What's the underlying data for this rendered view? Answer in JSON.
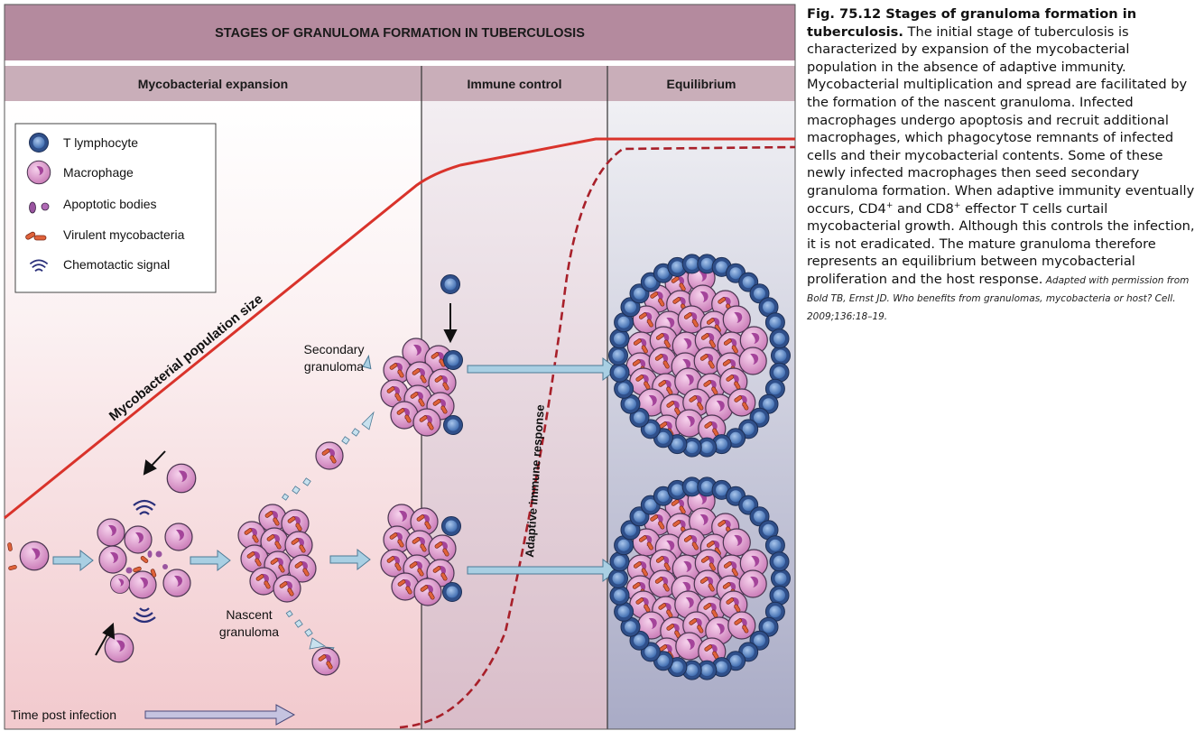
{
  "figure": {
    "title": "STAGES OF GRANULOMA FORMATION IN TUBERCULOSIS",
    "stages": [
      "Mycobacterial expansion",
      "Immune control",
      "Equilibrium"
    ],
    "legend": [
      {
        "icon": "t-lymphocyte-icon",
        "label": "T lymphocyte"
      },
      {
        "icon": "macrophage-icon",
        "label": "Macrophage"
      },
      {
        "icon": "apoptotic-bodies-icon",
        "label": "Apoptotic bodies"
      },
      {
        "icon": "virulent-mycobacteria-icon",
        "label": "Virulent mycobacteria"
      },
      {
        "icon": "chemotactic-signal-icon",
        "label": "Chemotactic signal"
      }
    ],
    "curve_labels": {
      "population": "Mycobacterial population size",
      "immune": "Adaptive immune response"
    },
    "labels": {
      "secondary_1": "Secondary",
      "secondary_2": "granuloma",
      "nascent_1": "Nascent",
      "nascent_2": "granuloma",
      "time": "Time post infection"
    },
    "colors": {
      "title_bar": "#b48a9e",
      "header_bar": "#c9aeb9",
      "population_curve": "#d9332b",
      "immune_curve": "#a8202a",
      "macrophage": "#d58cc4",
      "t_cell": "#4a7ab8",
      "mycobacteria": "#e0623a",
      "arrow": "#a9cfe3"
    }
  },
  "caption": {
    "lead": "Fig. 75.12 Stages of granuloma formation in tuberculosis.",
    "p1": " The initial stage of tuberculosis is characterized by expansion of the mycobacterial population in the absence of adaptive immunity. Mycobacterial multiplication and spread are facilitated by the formation of the nascent granuloma. Infected macrophages undergo apoptosis and recruit additional macrophages, which phagocytose remnants of infected cells and their mycobacterial contents. Some of these newly infected macrophages then seed secondary granuloma formation. When adaptive immunity eventually occurs, CD4",
    "sup1": "+",
    "p2": " and CD8",
    "sup2": "+",
    "p3": " effector T cells curtail mycobacterial growth. Although this controls the infection, it is not eradicated. The mature granuloma therefore represents an equilibrium between mycobacterial proliferation and the host response.",
    "credit": " Adapted with permission from Bold TB, Ernst JD. Who benefits from granulomas, mycobacteria or host? Cell. 2009;136:18–19."
  }
}
